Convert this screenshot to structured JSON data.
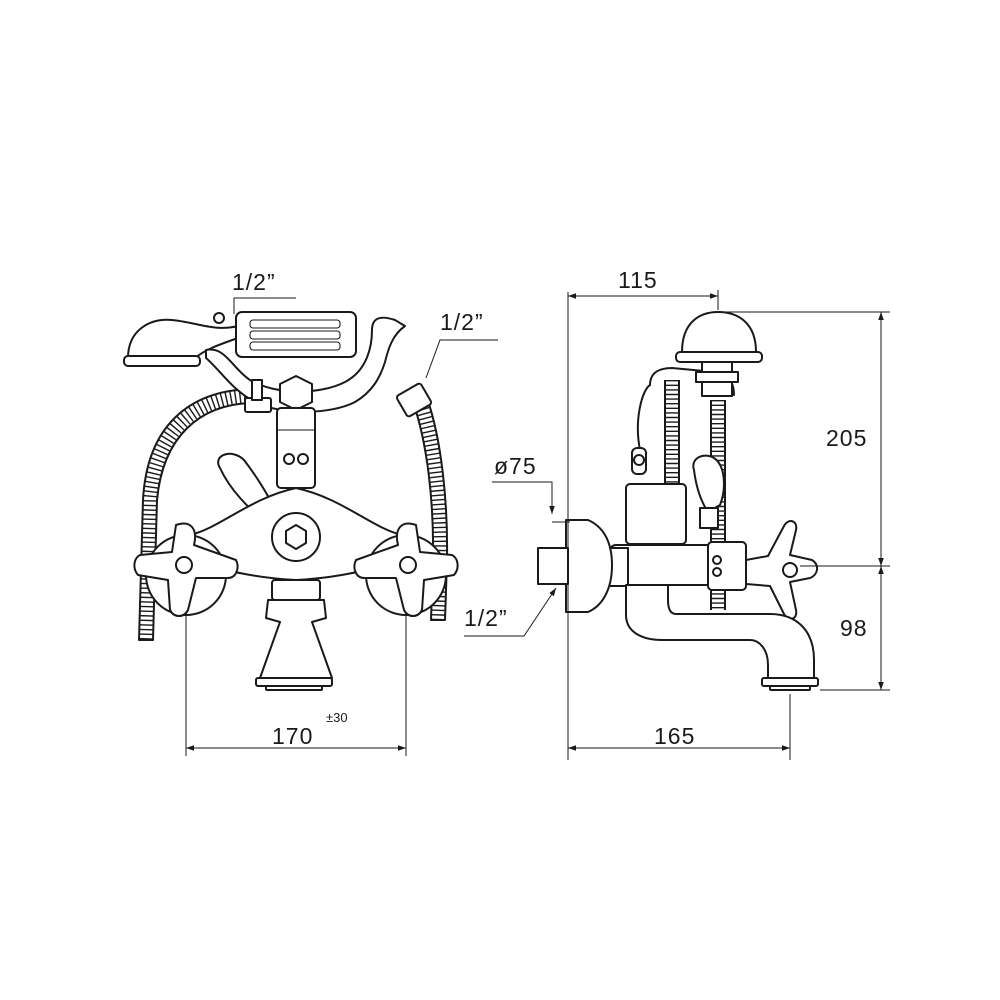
{
  "front_view": {
    "hose_inlet_thread": "1/2”",
    "hose_outlet_thread": "1/2”",
    "center_distance": "170",
    "center_distance_tolerance": "±30"
  },
  "side_view": {
    "depth_top": "115",
    "flange_diameter": "ø75",
    "inlet_thread": "1/2”",
    "upper_height": "205",
    "lower_height": "98",
    "overall_depth": "165"
  }
}
